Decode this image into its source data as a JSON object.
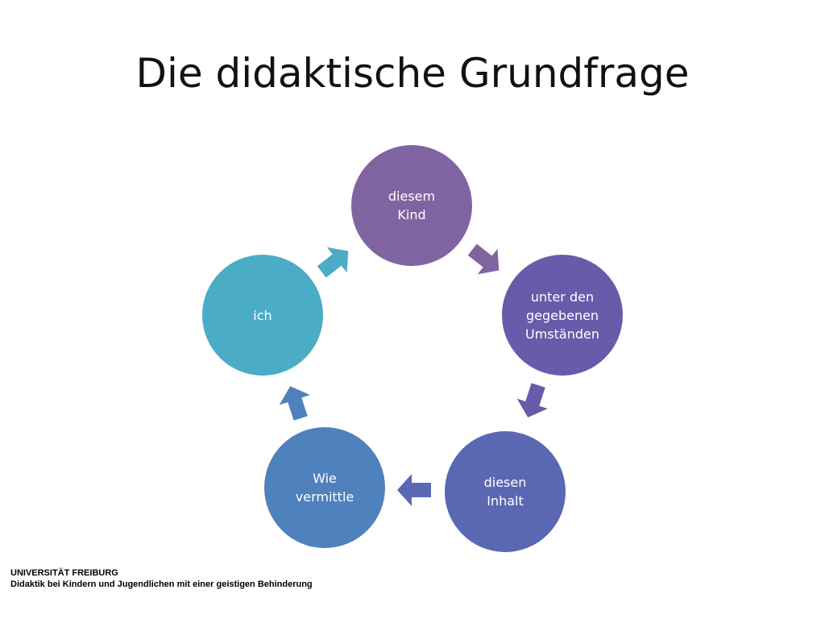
{
  "slide": {
    "title": "Die didaktische Grundfrage"
  },
  "cycle": {
    "nodes": [
      {
        "label": "diesem Kind",
        "color": "#8064a2"
      },
      {
        "label": "unter den gegebenen Umständen",
        "color": "#6a5aaa"
      },
      {
        "label": "diesen Inhalt",
        "color": "#5a68b4"
      },
      {
        "label": "Wie vermittle",
        "color": "#4f81bd"
      },
      {
        "label": "ich",
        "color": "#4bacc6"
      }
    ],
    "arrow_colors": [
      "#8064a2",
      "#6a5aaa",
      "#5a68b4",
      "#4f81bd",
      "#4bacc6"
    ]
  },
  "footer": {
    "line1": "UNIVERSITÄT FREIBURG",
    "line2": "Didaktik bei Kindern und Jugendlichen mit einer geistigen Behinderung"
  }
}
